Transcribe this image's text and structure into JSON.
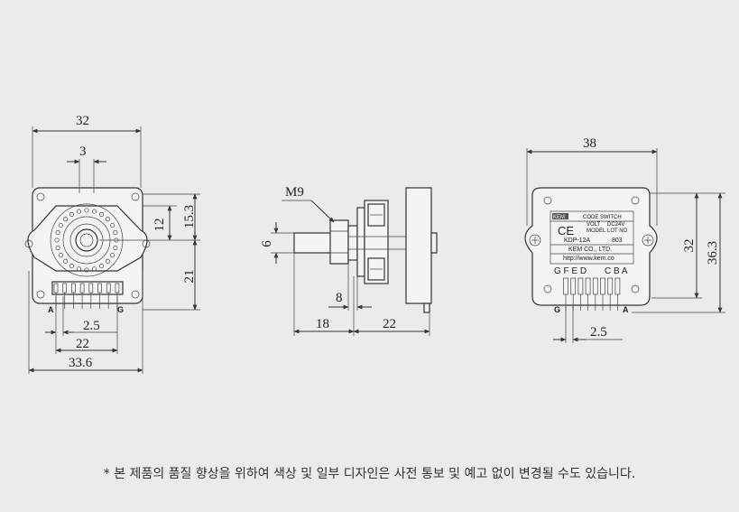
{
  "front_view": {
    "dims": {
      "width": "32",
      "shaft": "3",
      "top": "12",
      "top_total": "15.3",
      "bottom": "21",
      "pitch": "2.5",
      "pin_span": "22",
      "overall": "33.6"
    },
    "pin_left": "A",
    "pin_right": "G"
  },
  "side_view": {
    "dims": {
      "thread": "M9",
      "shaft_dia": "6",
      "bushing": "8",
      "shaft_len": "18",
      "body_len": "22"
    }
  },
  "rear_view": {
    "dims": {
      "width": "38",
      "height": "32",
      "height_total": "36.3",
      "pitch": "2.5"
    },
    "label": {
      "logo": "KEM",
      "title": "CODE SWITCH",
      "rating_volt": "VOLT",
      "rating_value": "DC24V",
      "mark": "CE",
      "model_hdr": "MODEL",
      "lot_hdr": "LOT NO",
      "model": "KDP-12A",
      "lot": "803",
      "company": "KEM CO., LTD.",
      "url": "http://www.kem.co"
    },
    "pin_letters_left": "G F E D",
    "pin_letters_right": "C B A",
    "pin_left": "G",
    "pin_right": "A"
  },
  "footnote": "* 본 제품의 품질 향상을 위하여 색상 및 일부 디자인은 사전 통보 및 예고 없이 변경될 수도 있습니다."
}
